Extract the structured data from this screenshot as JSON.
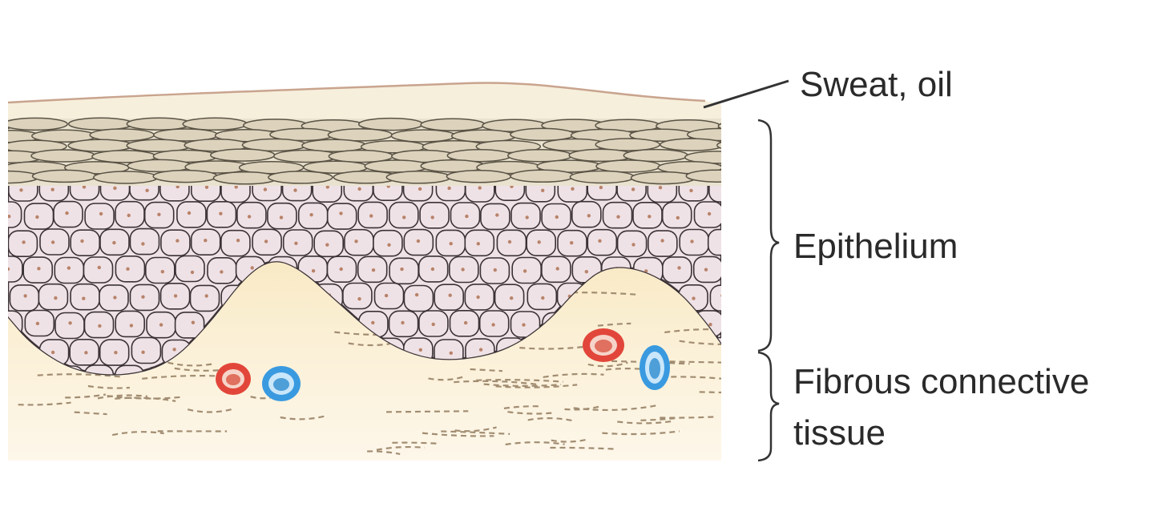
{
  "labels": {
    "sweat_oil": "Sweat, oil",
    "epithelium": "Epithelium",
    "connective_line1": "Fibrous connective",
    "connective_line2": "tissue"
  },
  "colors": {
    "surface_film": "#f6efdc",
    "surface_line": "#c9a48e",
    "scale_fill": "#ddd3bd",
    "scale_stroke": "#5a5345",
    "cell_fill": "#efe2e6",
    "cell_stroke": "#3a3236",
    "nucleus": "#b8836a",
    "connective_fill": "#faeccb",
    "fiber": "#a28d72",
    "artery": "#e2463a",
    "vein": "#3a9ae0",
    "bracket": "#333333",
    "text": "#2a2a2a"
  }
}
